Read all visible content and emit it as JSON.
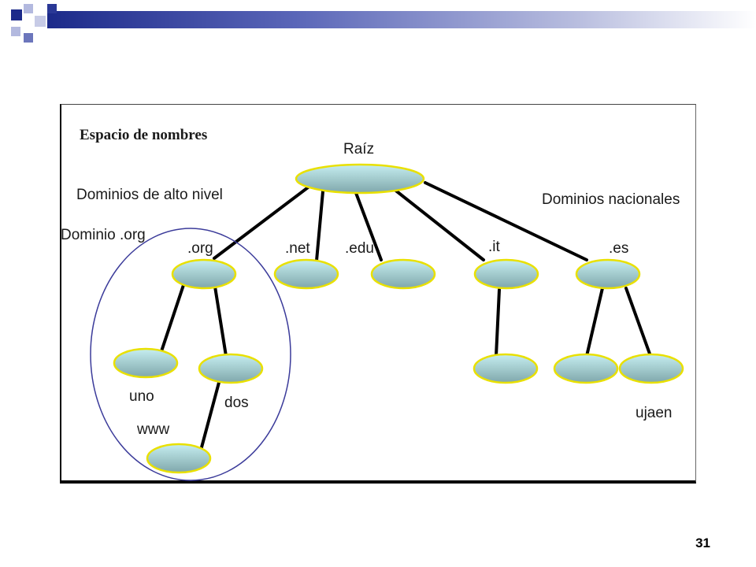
{
  "diagram": {
    "title": "Espacio de nombres",
    "labels": {
      "root": "Raíz",
      "top_level": "Dominios de alto nivel",
      "national": "Dominios nacionales",
      "org_group": "Dominio .org",
      "org": ".org",
      "net": ".net",
      "edu": ".edu",
      "it": ".it",
      "es": ".es",
      "uno": "uno",
      "dos": "dos",
      "www": "www",
      "ujaen": "ujaen"
    }
  },
  "slide": {
    "number": "31"
  },
  "colors": {
    "node_fill_top": "#c6eef0",
    "node_fill_bottom": "#7fa7ab",
    "node_outline": "#e9e000",
    "circle": "#3b3b9a",
    "deco_dark": "#1c2a8a",
    "deco_light": "#b9bedf"
  }
}
